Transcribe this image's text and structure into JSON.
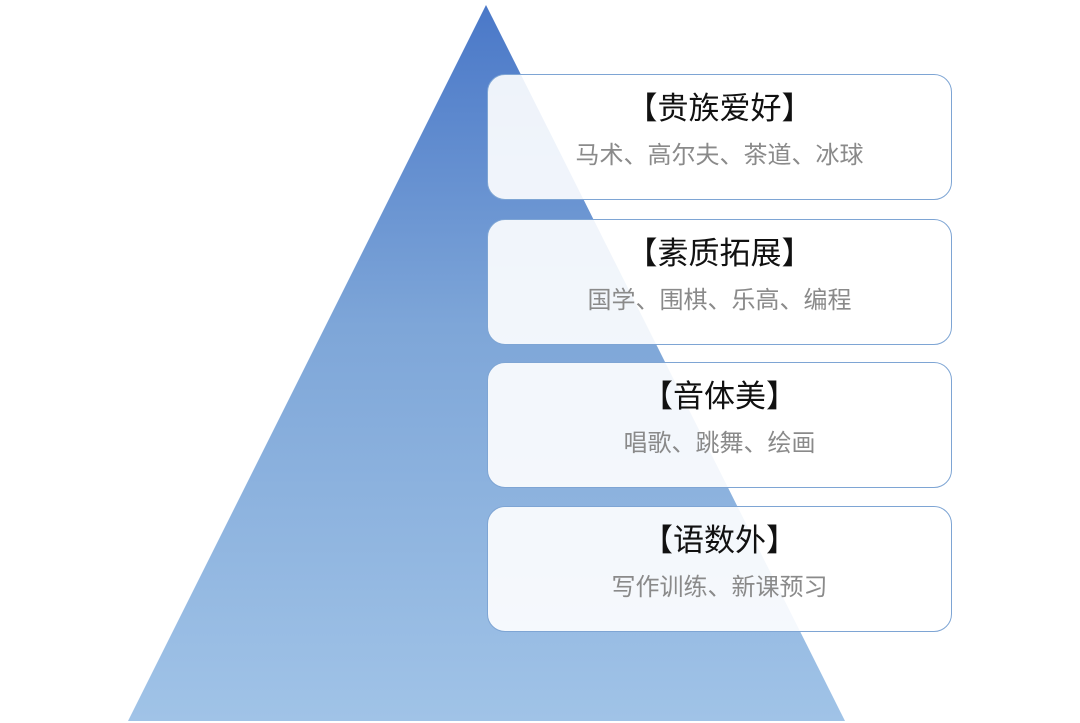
{
  "diagram": {
    "type": "pyramid",
    "colors": {
      "apex": "#4a7bc8",
      "base": "#a0c4e8",
      "box_border": "#7ea5d4",
      "title_text": "#111111",
      "item_text": "#8a8a8a"
    },
    "levels": [
      {
        "title": "【贵族爱好】",
        "items": "马术、高尔夫、茶道、冰球"
      },
      {
        "title": "【素质拓展】",
        "items": "国学、围棋、乐高、编程"
      },
      {
        "title": "【音体美】",
        "items": "唱歌、跳舞、绘画"
      },
      {
        "title": "【语数外】",
        "items": "写作训练、新课预习"
      }
    ]
  }
}
